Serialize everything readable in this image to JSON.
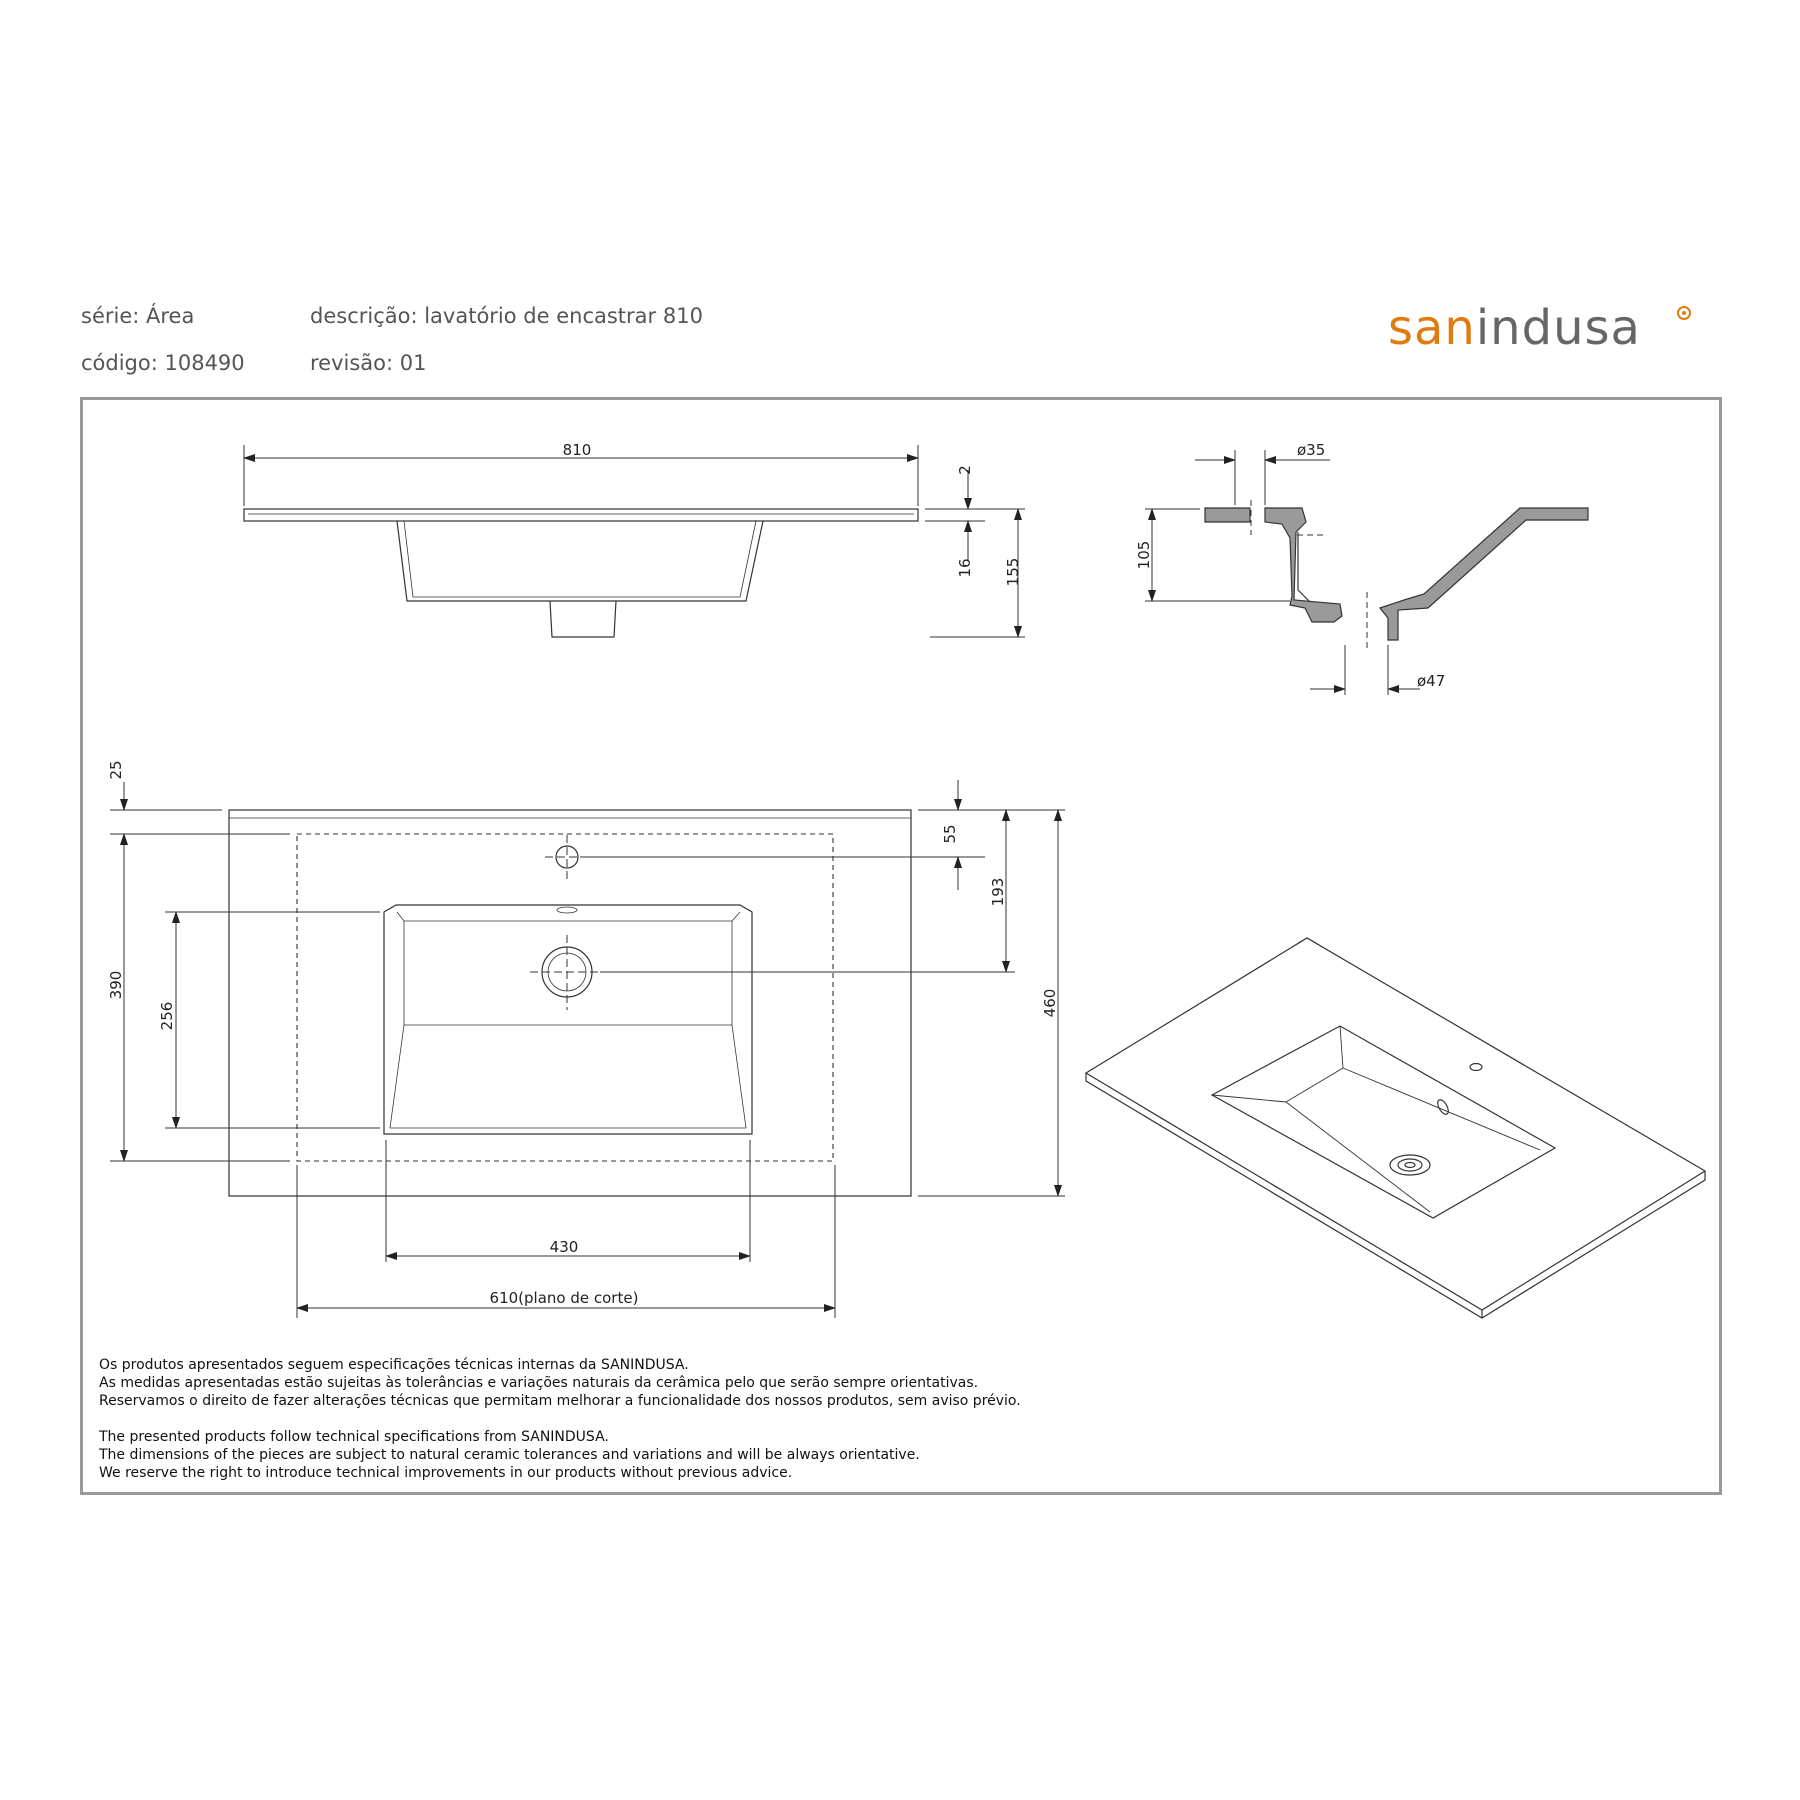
{
  "header": {
    "serie": "série: Área",
    "codigo": "código: 108490",
    "descricao": "descrição: lavatório de encastrar 810",
    "revisao": "revisão: 01"
  },
  "logo": {
    "part1": "san",
    "part2": "indusa"
  },
  "dimensions": {
    "width_top": "810",
    "rim": "2",
    "depth_bowl": "16",
    "height_total": "155",
    "hole_tap": "ø35",
    "height_section": "105",
    "hole_drain": "ø47",
    "d25": "25",
    "d55": "55",
    "d193": "193",
    "d390": "390",
    "d256": "256",
    "d460": "460",
    "d430": "430",
    "d610": "610(plano de corte)"
  },
  "notes": {
    "pt": [
      "Os produtos apresentados seguem especificações técnicas internas da SANINDUSA.",
      "As medidas apresentadas estão sujeitas às tolerâncias e variações naturais da cerâmica pelo que serão sempre orientativas.",
      "Reservamos o direito de fazer alterações técnicas que permitam melhorar a funcionalidade dos nossos produtos, sem aviso prévio."
    ],
    "en": [
      "The presented products follow technical specifications from SANINDUSA.",
      "The dimensions of the pieces are subject to natural ceramic tolerances and variations and will be always orientative.",
      "We reserve the right to introduce technical improvements in our products without previous advice."
    ]
  },
  "colors": {
    "brand_orange": "#e07b10",
    "brand_grey": "#666666",
    "frame": "#999999"
  }
}
